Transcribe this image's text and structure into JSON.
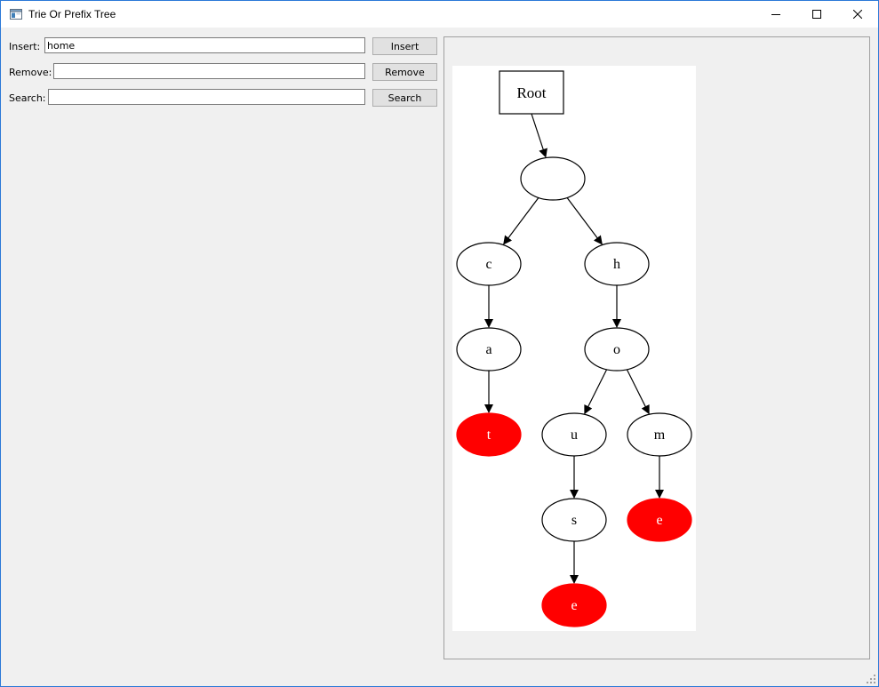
{
  "window": {
    "title": "Trie Or Prefix Tree",
    "controls": [
      "minimize-icon",
      "maximize-icon",
      "close-icon"
    ]
  },
  "form": {
    "insert": {
      "label": "Insert:",
      "value": "home",
      "button": "Insert"
    },
    "remove": {
      "label": "Remove:",
      "value": "",
      "button": "Remove"
    },
    "search": {
      "label": "Search:",
      "value": "",
      "button": "Search"
    }
  },
  "colors": {
    "end_of_word": "#ff0000",
    "node_fill": "#ffffff",
    "panel": "#f0f0f0"
  },
  "tree": {
    "root_label": "Root",
    "nodes": [
      {
        "id": "n0",
        "label": "",
        "end": false,
        "parent": "root"
      },
      {
        "id": "n1",
        "label": "c",
        "end": false,
        "parent": "n0"
      },
      {
        "id": "n2",
        "label": "h",
        "end": false,
        "parent": "n0"
      },
      {
        "id": "n3",
        "label": "a",
        "end": false,
        "parent": "n1"
      },
      {
        "id": "n4",
        "label": "o",
        "end": false,
        "parent": "n2"
      },
      {
        "id": "n5",
        "label": "t",
        "end": true,
        "parent": "n3"
      },
      {
        "id": "n6",
        "label": "u",
        "end": false,
        "parent": "n4"
      },
      {
        "id": "n7",
        "label": "m",
        "end": false,
        "parent": "n4"
      },
      {
        "id": "n8",
        "label": "s",
        "end": false,
        "parent": "n6"
      },
      {
        "id": "n9",
        "label": "e",
        "end": true,
        "parent": "n7"
      },
      {
        "id": "n10",
        "label": "e",
        "end": true,
        "parent": "n8"
      }
    ]
  }
}
